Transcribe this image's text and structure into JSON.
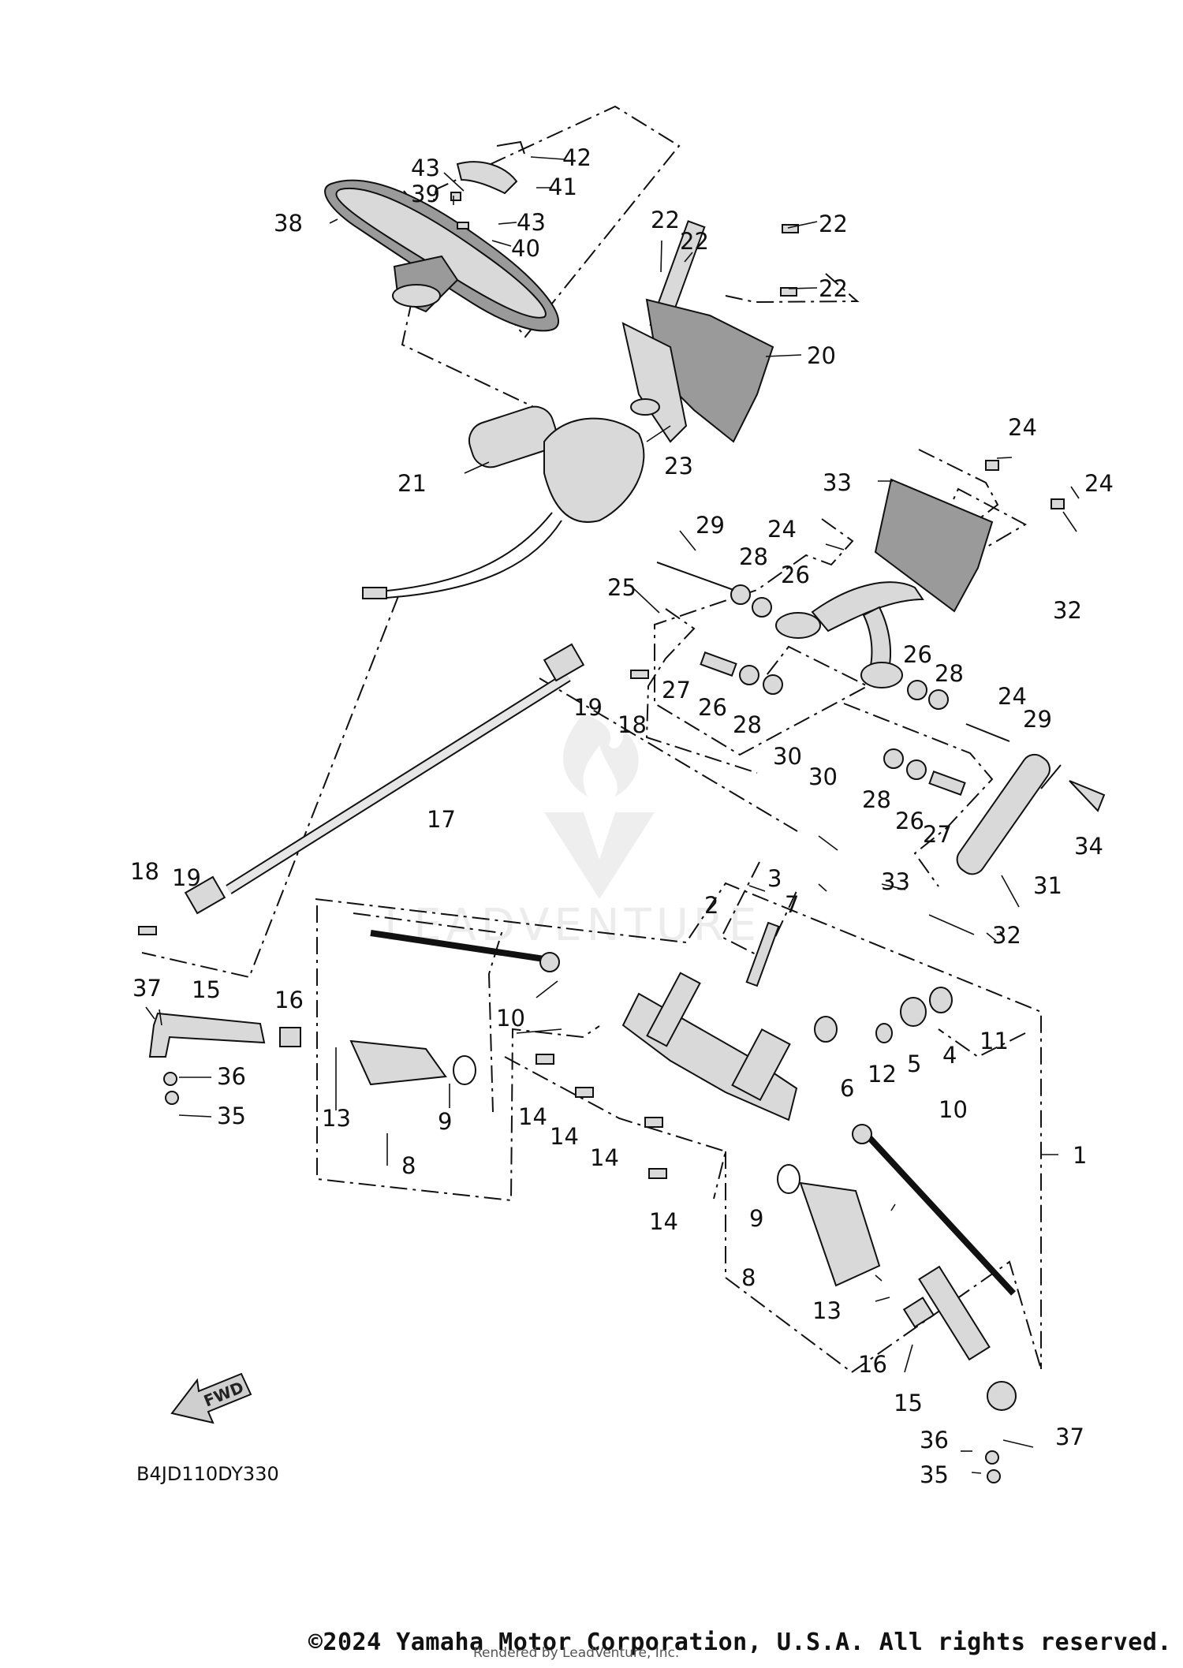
{
  "diagram_code": "B4JD110DY330",
  "fwd_label": "FWD",
  "watermark_text": "LEADVENTURE",
  "footer": {
    "copyright": "©2024 Yamaha Motor Corporation, U.S.A. All rights reserved.",
    "rendered_by": "Rendered by LeadVenture, Inc."
  },
  "callouts": [
    "42",
    "41",
    "43",
    "43",
    "39",
    "40",
    "38",
    "22",
    "22",
    "22",
    "22",
    "20",
    "21",
    "23",
    "24",
    "33",
    "24",
    "24",
    "29",
    "28",
    "26",
    "25",
    "32",
    "26",
    "28",
    "24",
    "27",
    "26",
    "28",
    "30",
    "19",
    "18",
    "29",
    "17",
    "30",
    "28",
    "26",
    "27",
    "34",
    "18",
    "19",
    "31",
    "3",
    "33",
    "7",
    "2",
    "32",
    "37",
    "15",
    "16",
    "10",
    "36",
    "35",
    "13",
    "9",
    "8",
    "11",
    "4",
    "5",
    "12",
    "6",
    "14",
    "14",
    "14",
    "14",
    "10",
    "1",
    "9",
    "8",
    "13",
    "16",
    "15",
    "36",
    "37",
    "35"
  ]
}
